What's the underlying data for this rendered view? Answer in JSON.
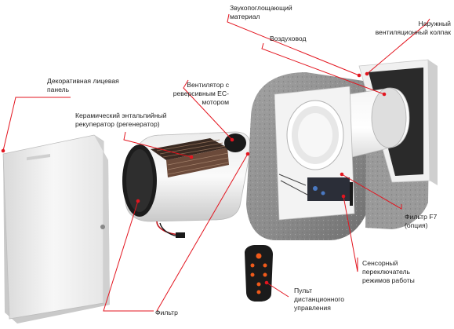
{
  "diagram": {
    "labels": {
      "panel": "Декоративная лицевая\nпанель",
      "fan": "Вентилятор с\nреверсивным ЕС-\nмотором",
      "recuperator": "Керамический энтальпийный\nрекуператор (регенератор)",
      "sound_material": "Звукопоглощающий\nматериал",
      "duct": "Воздуховод",
      "hood": "Наружный\nвентиляционный колпак",
      "filter_f7": "Фильтр F7\n(опция)",
      "switch": "Сенсорный\nпереключатель\nрежимов работы",
      "remote": "Пульт\nдистанционного\nуправления",
      "filter": "Фильтр"
    },
    "colors": {
      "leader_line": "#e3151f",
      "stone": "#8f8f8f",
      "panel_white": "#f2f2f2",
      "hood_dark": "#2a2a2a",
      "remote_body": "#1b1b1b",
      "remote_buttons": "#f05a1a"
    }
  }
}
